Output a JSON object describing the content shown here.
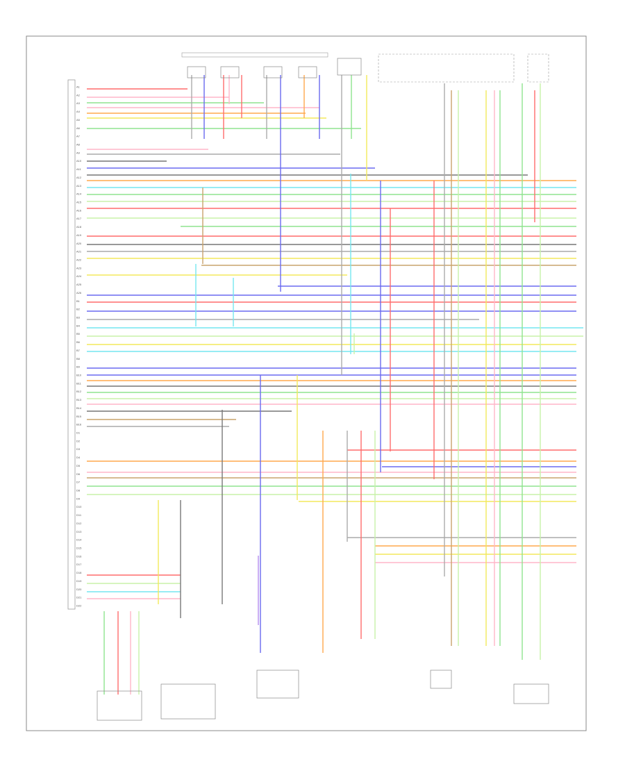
{
  "diagram": {
    "wire_colors": {
      "red": "#ff6b6b",
      "pink": "#ffb6c8",
      "orange": "#ffa94d",
      "yellow": "#f3e95b",
      "green": "#8fe38f",
      "light_green": "#c8f2a8",
      "cyan": "#74e6f0",
      "blue": "#6a6af0",
      "violet": "#b48cf0",
      "brown": "#c9a36b",
      "black": "#777777",
      "gray": "#aaaaaa"
    },
    "pin_numbers": [
      "A1",
      "A2",
      "A3",
      "A4",
      "A5",
      "A6",
      "A7",
      "A8",
      "A9",
      "A10",
      "A11",
      "A12",
      "A13",
      "A14",
      "A15",
      "A16",
      "A17",
      "A18",
      "A19",
      "A20",
      "A21",
      "A22",
      "A23",
      "A24",
      "A25",
      "A26",
      "B1",
      "B2",
      "B3",
      "B4",
      "B5",
      "B6",
      "B7",
      "B8",
      "B9",
      "B10",
      "B11",
      "B12",
      "B13",
      "B14",
      "B15",
      "B16",
      "D1",
      "D2",
      "D3",
      "D4",
      "D5",
      "D6",
      "D7",
      "D8",
      "D9",
      "D10",
      "D11",
      "D12",
      "D13",
      "D14",
      "D15",
      "D16",
      "D17",
      "D18",
      "D19",
      "D20",
      "D21",
      "D22"
    ]
  }
}
